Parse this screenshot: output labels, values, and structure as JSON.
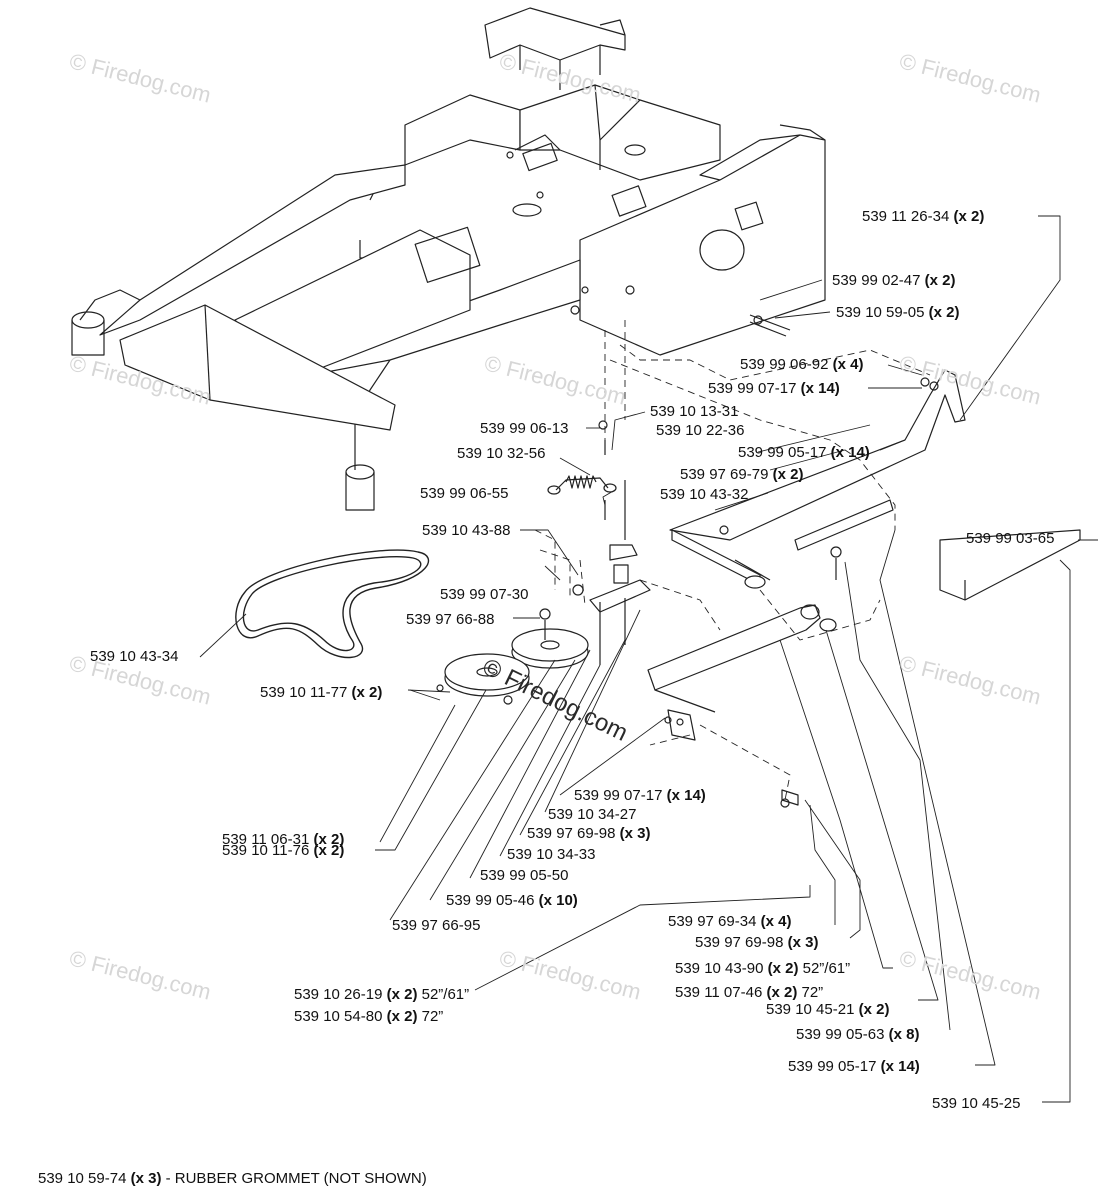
{
  "watermark": "© Firedog.com",
  "watermark_center": "© Firedog.com",
  "labels": {
    "l01": {
      "part": "539 11 26-34",
      "qty": "(x 2)",
      "note": ""
    },
    "l02": {
      "part": "539 99 02-47",
      "qty": "(x 2)",
      "note": ""
    },
    "l03": {
      "part": "539 10 59-05",
      "qty": "(x 2)",
      "note": ""
    },
    "l04": {
      "part": "539 99 06-92",
      "qty": "(x 4)",
      "note": ""
    },
    "l05": {
      "part": "539 99 07-17",
      "qty": "(x 14)",
      "note": ""
    },
    "l06": {
      "part": "539 10 13-31",
      "qty": "",
      "note": ""
    },
    "l07": {
      "part": "539 99 06-13",
      "qty": "",
      "note": ""
    },
    "l08": {
      "part": "539 10 22-36",
      "qty": "",
      "note": ""
    },
    "l09": {
      "part": "539 10 32-56",
      "qty": "",
      "note": ""
    },
    "l10": {
      "part": "539 99 05-17",
      "qty": "(x 14)",
      "note": ""
    },
    "l11": {
      "part": "539 97 69-79",
      "qty": "(x 2)",
      "note": ""
    },
    "l12": {
      "part": "539 99 06-55",
      "qty": "",
      "note": ""
    },
    "l13": {
      "part": "539 10 43-32",
      "qty": "",
      "note": ""
    },
    "l14": {
      "part": "539 10 43-88",
      "qty": "",
      "note": ""
    },
    "l15": {
      "part": "539 99 03-65",
      "qty": "",
      "note": ""
    },
    "l16": {
      "part": "539 99 07-30",
      "qty": "",
      "note": ""
    },
    "l17": {
      "part": "539 97 66-88",
      "qty": "",
      "note": ""
    },
    "l18": {
      "part": "539 10 43-34",
      "qty": "",
      "note": ""
    },
    "l19": {
      "part": "539 10 11-77",
      "qty": "(x 2)",
      "note": ""
    },
    "l20": {
      "part": "539 99 07-17",
      "qty": "(x 14)",
      "note": ""
    },
    "l21": {
      "part": "539 10 34-27",
      "qty": "",
      "note": ""
    },
    "l22": {
      "part": "539 11 06-31",
      "qty": "(x 2)",
      "note": ""
    },
    "l23": {
      "part": "539 97 69-98",
      "qty": "(x 3)",
      "note": ""
    },
    "l24": {
      "part": "539 10 11-76",
      "qty": "(x 2)",
      "note": ""
    },
    "l25": {
      "part": "539 10 34-33",
      "qty": "",
      "note": ""
    },
    "l26": {
      "part": "539 99 05-50",
      "qty": "",
      "note": ""
    },
    "l27": {
      "part": "539 99 05-46",
      "qty": "(x 10)",
      "note": ""
    },
    "l28": {
      "part": "539 97 66-95",
      "qty": "",
      "note": ""
    },
    "l29": {
      "part": "539 97 69-34",
      "qty": "(x 4)",
      "note": ""
    },
    "l30": {
      "part": "539 97 69-98",
      "qty": "(x 3)",
      "note": ""
    },
    "l31": {
      "part": "539 10 26-19",
      "qty": "(x 2)",
      "note": "52”/61”"
    },
    "l32": {
      "part": "539 10 43-90",
      "qty": "(x 2)",
      "note": "52”/61”"
    },
    "l33": {
      "part": "539 10 54-80",
      "qty": "(x 2)",
      "note": "72”"
    },
    "l34": {
      "part": "539 11 07-46",
      "qty": "(x 2)",
      "note": "72”"
    },
    "l35": {
      "part": "539 10 45-21",
      "qty": "(x 2)",
      "note": ""
    },
    "l36": {
      "part": "539 99 05-63",
      "qty": "(x 8)",
      "note": ""
    },
    "l37": {
      "part": "539 99 05-17",
      "qty": "(x 14)",
      "note": ""
    },
    "l38": {
      "part": "539 10 45-25",
      "qty": "",
      "note": ""
    }
  },
  "footer": {
    "part": "539 10 59-74",
    "qty": "(x 3)",
    "note": "- RUBBER GROMMET (NOT SHOWN)"
  }
}
